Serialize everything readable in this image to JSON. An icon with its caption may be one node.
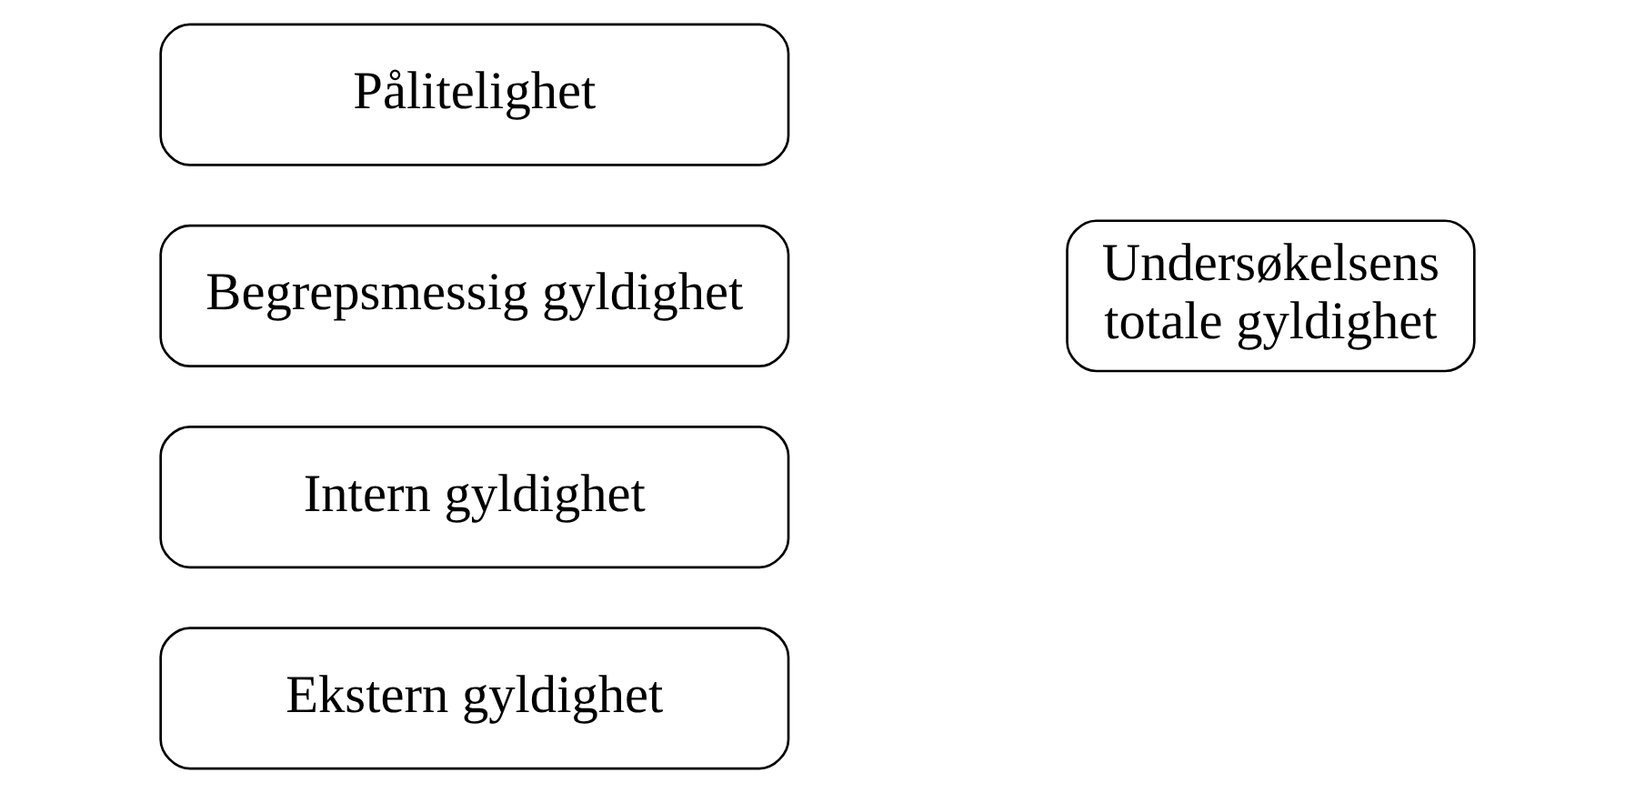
{
  "diagram": {
    "nodes": [
      {
        "text": [
          "Pålitelighet"
        ]
      },
      {
        "text": [
          "Begrepsmessig gyldighet"
        ]
      },
      {
        "text": [
          "Intern gyldighet"
        ]
      },
      {
        "text": [
          "Ekstern gyldighet"
        ]
      },
      {
        "text": [
          "Undersøkelsens totale gyldighet"
        ]
      }
    ]
  }
}
